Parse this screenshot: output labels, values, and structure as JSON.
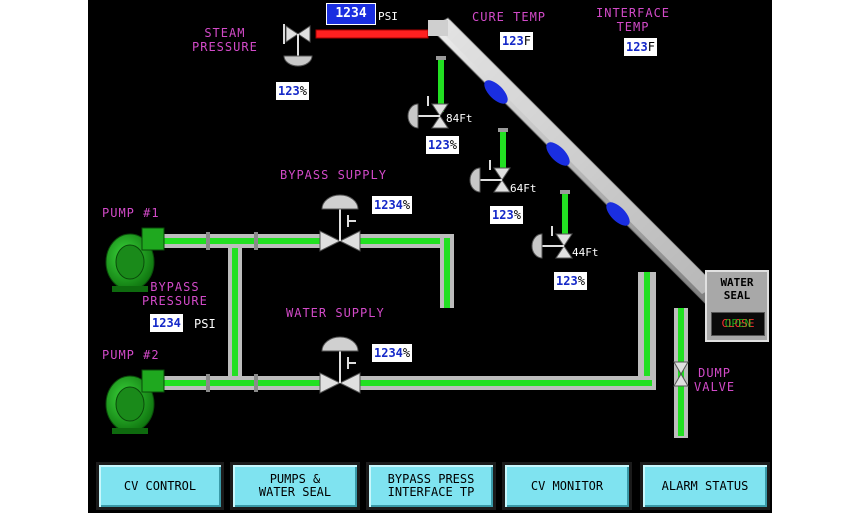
{
  "labels": {
    "steam_pressure": "STEAM\nPRESSURE",
    "cure_temp": "CURE TEMP",
    "interface_temp": "INTERFACE\nTEMP",
    "bypass_supply": "BYPASS SUPPLY",
    "pump1": "PUMP #1",
    "pump2": "PUMP #2",
    "bypass_pressure": "BYPASS\nPRESSURE",
    "water_supply": "WATER SUPPLY",
    "dump_valve": "DUMP\nVALVE"
  },
  "readouts": {
    "steam_psi": {
      "value": "1234",
      "unit": "PSI"
    },
    "cure_temp": {
      "value": "123",
      "unit": "F"
    },
    "interface_temp": {
      "value": "123",
      "unit": "F"
    },
    "steam_valve_pct": {
      "value": "123",
      "unit": "%"
    },
    "cv1_pct": {
      "value": "123",
      "unit": "%"
    },
    "cv2_pct": {
      "value": "123",
      "unit": "%"
    },
    "cv3_pct": {
      "value": "123",
      "unit": "%"
    },
    "bypass_supply_pct": {
      "value": "1234",
      "unit": "%"
    },
    "bypass_pressure": {
      "value": "1234",
      "unit": "PSI"
    },
    "water_supply_pct": {
      "value": "1234",
      "unit": "%"
    }
  },
  "levels": {
    "cv1": "84Ft",
    "cv2": "64Ft",
    "cv3": "44Ft"
  },
  "water_seal": {
    "title": "WATER\nSEAL",
    "state": "CLOSE",
    "overlay": "OPEN"
  },
  "nav": [
    {
      "label": "CV CONTROL"
    },
    {
      "label": "PUMPS &\nWATER SEAL"
    },
    {
      "label": "BYPASS PRESS\nINTERFACE TP"
    },
    {
      "label": "CV MONITOR"
    },
    {
      "label": "ALARM STATUS"
    }
  ],
  "colors": {
    "pipe_green": "#22e022",
    "pipe_grey": "#bdbdbd",
    "steam_red": "#ff2020",
    "label_magenta": "#d24ac8",
    "nav_button": "#7fe3f0"
  }
}
